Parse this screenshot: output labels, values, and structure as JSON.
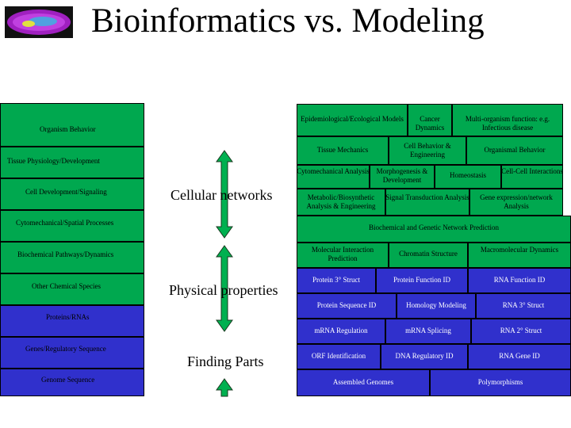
{
  "title": "Bioinformatics vs. Modeling",
  "left_stack": [
    {
      "label": "Organism Behavior",
      "color": "#00a84f"
    },
    {
      "label": "Tissue Physiology/Development",
      "color": "#00a84f"
    },
    {
      "label": "Cell Development/Signaling",
      "color": "#00a84f"
    },
    {
      "label": "Cytomechanical/Spatial Processes",
      "color": "#00a84f"
    },
    {
      "label": "Biochemical Pathways/Dynamics",
      "color": "#00a84f"
    },
    {
      "label": "Other Chemical Species",
      "color": "#00a84f"
    },
    {
      "label": "Proteins/RNAs",
      "color": "#3030cc"
    },
    {
      "label": "Genes/Regulatory Sequence",
      "color": "#3030cc"
    },
    {
      "label": "Genome Sequence",
      "color": "#3030cc"
    }
  ],
  "middle_labels": {
    "cellular": "Cellular networks",
    "physical": "Physical properties",
    "finding": "Finding Parts"
  },
  "right_stack": {
    "r1": [
      "Epidemiological/Ecological Models",
      "Cancer Dynamics",
      "Multi-organism function: e.g. Infectious disease"
    ],
    "r2": [
      "Tissue Mechanics",
      "Cell Behavior & Engineering",
      "Organismal Behavior"
    ],
    "r3": [
      "Cytomechanical Analysis",
      "Morphogenesis & Development",
      "Homeostasis",
      "Cell-Cell Interactions"
    ],
    "r4": [
      "Metabolic/Biosynthetic Analysis & Engineering",
      "Signal Transduction Analysis",
      "Gene expression/network Analysis"
    ],
    "r5": [
      "Biochemical and Genetic Network Prediction"
    ],
    "r6": [
      "Molecular Interaction Prediction",
      "Chromatin Structure",
      "Macromolecular Dynamics"
    ],
    "r7": [
      "Protein 3° Struct",
      "Protein Function ID",
      "RNA Function ID"
    ],
    "r8": [
      "Protein Sequence ID",
      "Homology Modeling",
      "RNA 3° Struct"
    ],
    "r9": [
      "mRNA Regulation",
      "mRNA Splicing",
      "RNA 2° Struct"
    ],
    "r10": [
      "ORF Identification",
      "DNA Regulatory ID",
      "RNA Gene ID"
    ],
    "r11": [
      "Assembled Genomes",
      "Polymorphisms"
    ]
  },
  "colors": {
    "green": "#00a84f",
    "blue": "#3030cc",
    "arrow": "#00b050"
  }
}
